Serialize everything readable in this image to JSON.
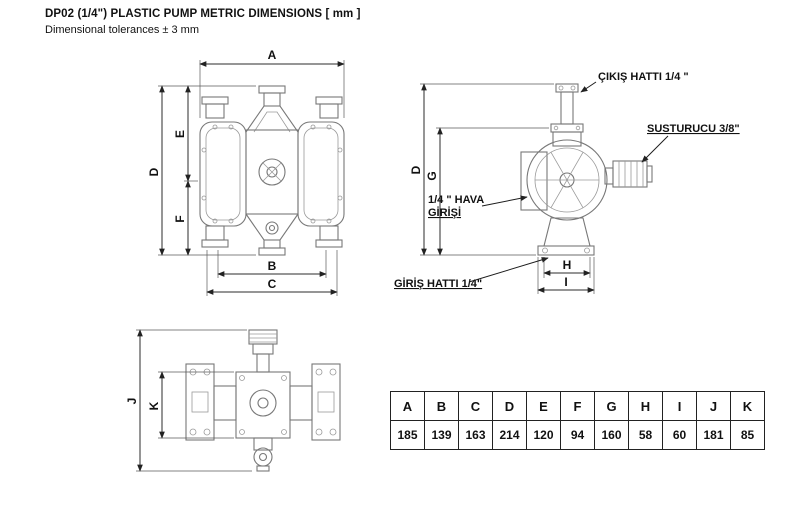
{
  "header": {
    "title": "DP02 (1/4\") PLASTIC PUMP METRIC DIMENSIONS [ mm ]",
    "subtitle": "Dimensional tolerances ± 3 mm"
  },
  "labels": {
    "A": "A",
    "B": "B",
    "C": "C",
    "D": "D",
    "E": "E",
    "F": "F",
    "G": "G",
    "H": "H",
    "I": "I",
    "J": "J",
    "K": "K"
  },
  "annotations": {
    "outlet": "ÇIKIŞ HATTI 1/4 \"",
    "muffler": "SUSTURUCU 3/8\"",
    "air_line1": "1/4 \" HAVA",
    "air_line2": "GİRİŞİ",
    "inlet": "GİRİŞ HATTI 1/4\""
  },
  "table": {
    "headers": [
      "A",
      "B",
      "C",
      "D",
      "E",
      "F",
      "G",
      "H",
      "I",
      "J",
      "K"
    ],
    "values": [
      "185",
      "139",
      "163",
      "214",
      "120",
      "94",
      "160",
      "58",
      "60",
      "181",
      "85"
    ]
  }
}
